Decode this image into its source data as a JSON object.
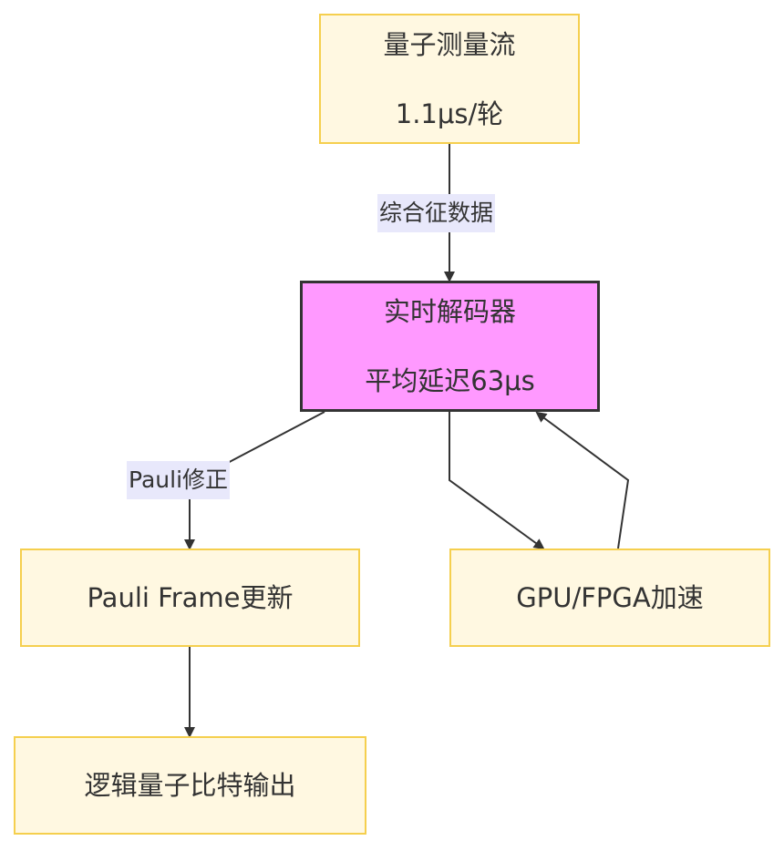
{
  "nodes": {
    "measure": {
      "line1": "量子测量流",
      "line2": "1.1μs/轮"
    },
    "decoder": {
      "line1": "实时解码器",
      "line2": "平均延迟63μs"
    },
    "pauli_frame": {
      "label": "Pauli Frame更新"
    },
    "accel": {
      "label": "GPU/FPGA加速"
    },
    "logical_out": {
      "label": "逻辑量子比特输出"
    }
  },
  "edges": {
    "syndrome": "综合征数据",
    "pauli_correction": "Pauli修正"
  },
  "colors": {
    "node_fill": "#fff8e1",
    "node_border": "#f5cf4e",
    "decoder_fill": "#ff99ff",
    "decoder_border": "#333333",
    "edge": "#333333",
    "edge_label_bg": "#e8e8fb",
    "text": "#333333"
  }
}
